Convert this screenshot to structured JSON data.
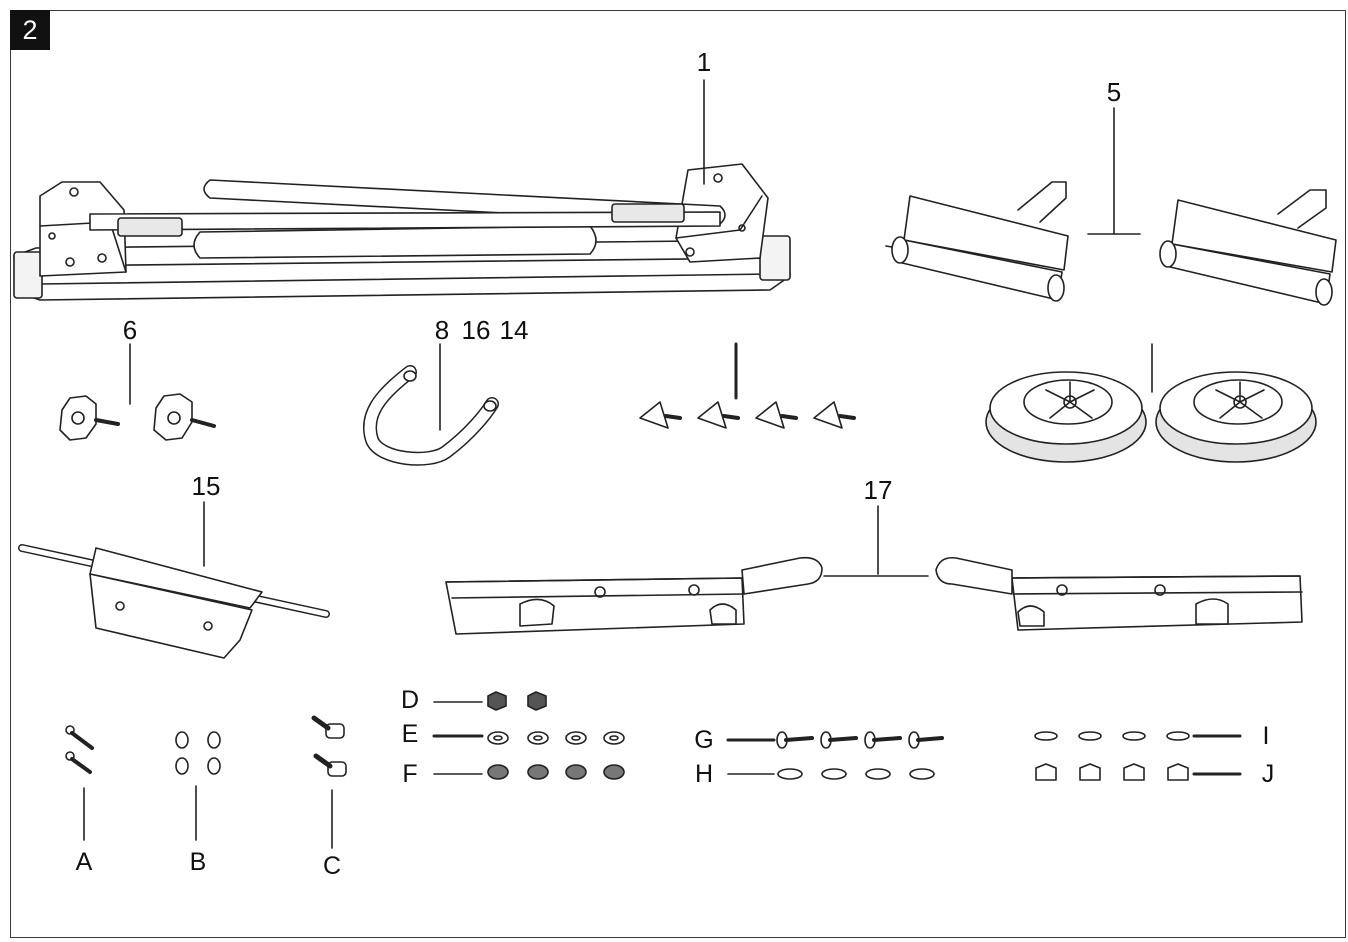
{
  "figure_number": "2",
  "labels": {
    "l1": "1",
    "l5": "5",
    "l6": "6",
    "l8": "8",
    "l16": "16",
    "l14": "14",
    "l15": "15",
    "l17": "17",
    "lA": "A",
    "lB": "B",
    "lC": "C",
    "lD": "D",
    "lE": "E",
    "lF": "F",
    "lG": "G",
    "lH": "H",
    "lI": "I",
    "lJ": "J"
  },
  "colors": {
    "line": "#222222",
    "fill": "#ffffff",
    "shade": "#d8d8d8",
    "badge": "#111111"
  }
}
